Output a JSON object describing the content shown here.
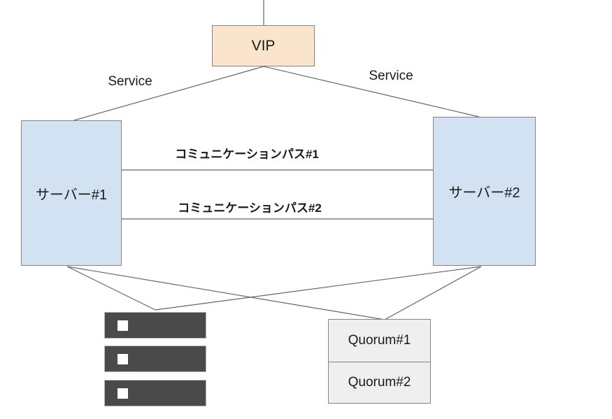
{
  "diagram": {
    "vip": {
      "label": "VIP"
    },
    "service_labels": {
      "left": "Service",
      "right": "Service"
    },
    "servers": [
      {
        "label": "サーバー#1"
      },
      {
        "label": "サーバー#2"
      }
    ],
    "communication_paths": [
      {
        "label": "コミュニケーションパス#1"
      },
      {
        "label": "コミュニケーションパス#2"
      }
    ],
    "quorums": [
      {
        "label": "Quorum#1"
      },
      {
        "label": "Quorum#2"
      }
    ],
    "storage": {
      "icon": "disk-array-icon",
      "unit_count": 3
    }
  },
  "colors": {
    "vip_fill": "#fae5cc",
    "server_fill": "#d3e2f2",
    "quorum_fill": "#efefef",
    "storage_fill": "#4a4a4a",
    "box_border": "#848484",
    "line_color": "#666666",
    "text_color": "#1a1a1a",
    "canvas_bg": "#ffffff"
  }
}
